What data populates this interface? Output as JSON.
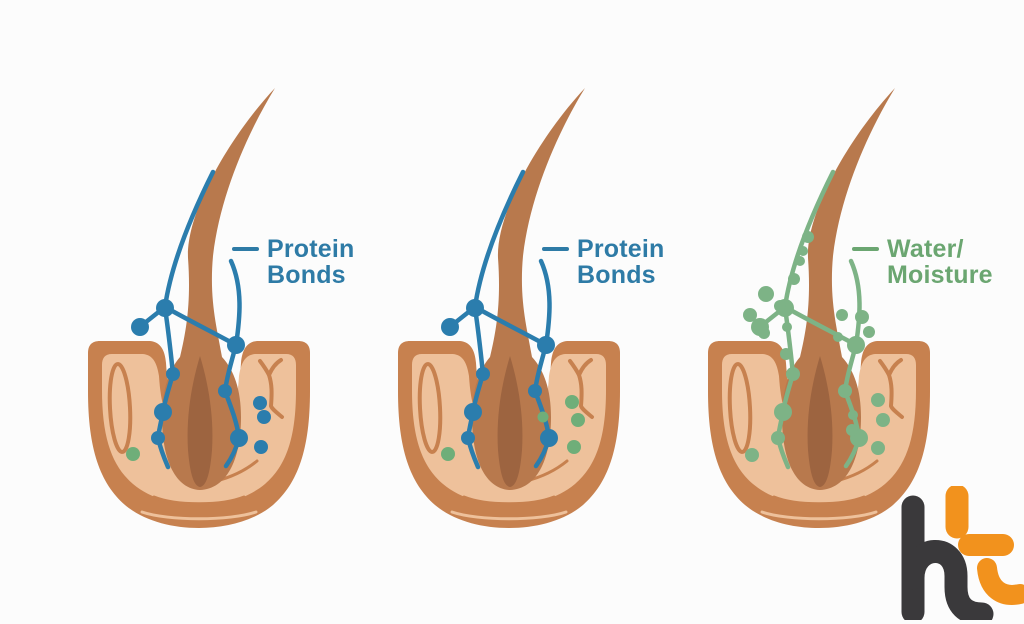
{
  "title": "Hair follicle protein bonds and moisture diagram",
  "colors": {
    "background": "#fcfcfc",
    "bond_blue": "#2b7dad",
    "label_blue": "#2e7ba6",
    "water_green": "#7db386",
    "dot_green": "#6fae79",
    "label_green": "#6ba671",
    "hair": "#b8794d",
    "hair_dark": "#9d6440",
    "skin_outer": "#c7814f",
    "skin_inner": "#eec19b",
    "logo_dark": "#3a393b",
    "logo_orange": "#f2921d"
  },
  "panels": [
    {
      "label": {
        "line1": "Protein",
        "line2": "Bonds"
      },
      "network_color": "bond_blue",
      "label_color": "label_blue"
    },
    {
      "label": {
        "line1": "Protein",
        "line2": "Bonds"
      },
      "network_color": "bond_blue",
      "label_color": "label_blue"
    },
    {
      "label": {
        "line1": "Water/",
        "line2": "Moisture"
      },
      "network_color": "water_green",
      "label_color": "label_green"
    }
  ],
  "logo": {
    "text": "ht"
  }
}
